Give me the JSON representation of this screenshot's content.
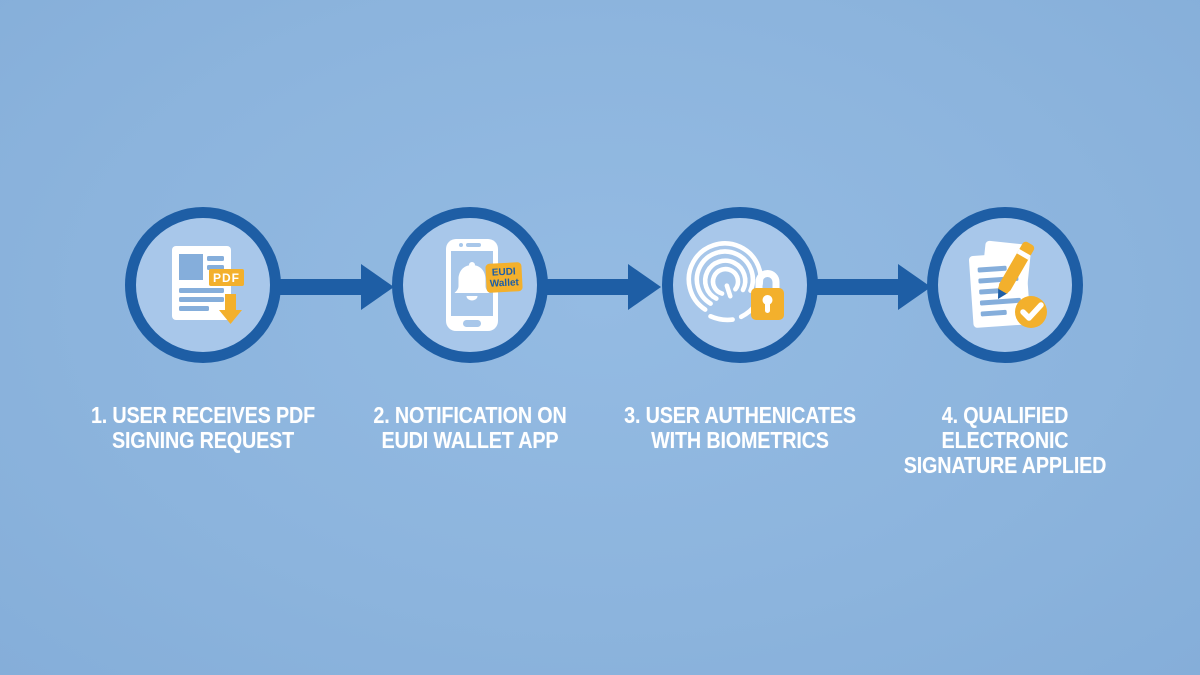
{
  "colors": {
    "background": "#8EB6DF",
    "dark_blue": "#1E5EA5",
    "circle_fill": "#A8C7EA",
    "gold": "#F3B02C",
    "white": "#FFFFFF",
    "doc_line_blue": "#85AEDB"
  },
  "steps": [
    {
      "icon": "pdf-document-download-icon",
      "badge": "PDF",
      "label_line1": "1. USER RECEIVES PDF",
      "label_line2": "SIGNING REQUEST"
    },
    {
      "icon": "phone-notification-icon",
      "badge_line1": "EUDI",
      "badge_line2": "Wallet",
      "label_line1": "2. NOTIFICATION ON",
      "label_line2": "EUDI WALLET APP"
    },
    {
      "icon": "fingerprint-lock-icon",
      "label_line1": "3. USER AUTHENICATES",
      "label_line2": "WITH BIOMETRICS"
    },
    {
      "icon": "document-signature-icon",
      "label_line1": "4. QUALIFIED ELECTRONIC",
      "label_line2": "SIGNATURE APPLIED"
    }
  ]
}
